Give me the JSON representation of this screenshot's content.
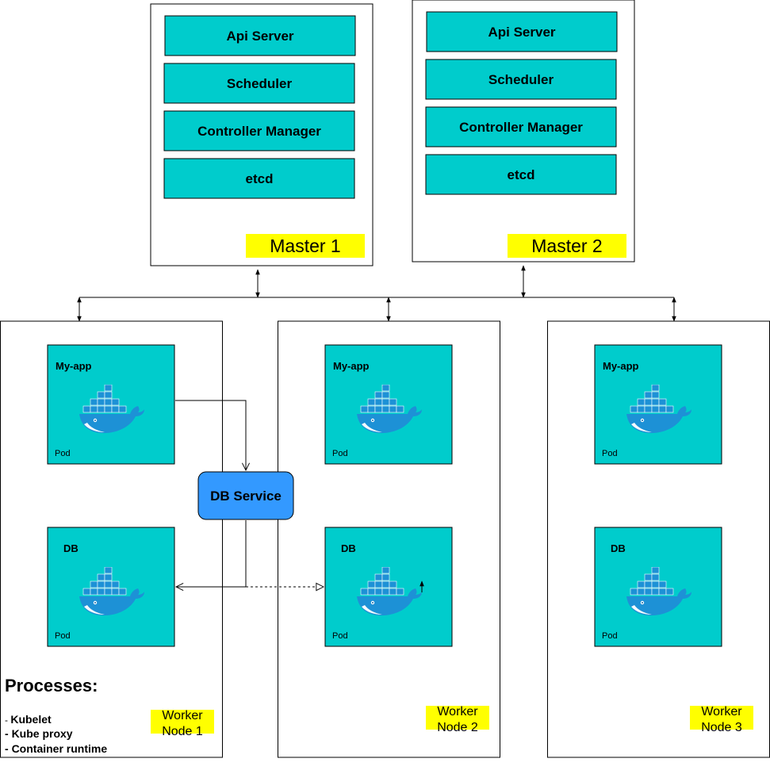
{
  "colors": {
    "component_fill": "#00CCCC",
    "label_highlight": "#FFFF00",
    "service_fill": "#3399FF",
    "whale": "#1D91D6",
    "whale_dark": "#1669A8",
    "line": "#000000"
  },
  "masters": [
    {
      "label": "Master 1",
      "components": [
        "Api Server",
        "Scheduler",
        "Controller Manager",
        "etcd"
      ]
    },
    {
      "label": "Master 2",
      "components": [
        "Api Server",
        "Scheduler",
        "Controller Manager",
        "etcd"
      ]
    }
  ],
  "workers": [
    {
      "label_line1": "Worker",
      "label_line2": "Node 1",
      "pods": [
        {
          "title": "My-app",
          "label": "Pod",
          "icon": "docker-whale-icon"
        },
        {
          "title": "DB",
          "label": "Pod",
          "icon": "docker-whale-icon"
        }
      ]
    },
    {
      "label_line1": "Worker",
      "label_line2": "Node 2",
      "pods": [
        {
          "title": "My-app",
          "label": "Pod",
          "icon": "docker-whale-icon"
        },
        {
          "title": "DB",
          "label": "Pod",
          "icon": "docker-whale-icon"
        }
      ]
    },
    {
      "label_line1": "Worker",
      "label_line2": "Node 3",
      "pods": [
        {
          "title": "My-app",
          "label": "Pod",
          "icon": "docker-whale-icon"
        },
        {
          "title": "DB",
          "label": "Pod",
          "icon": "docker-whale-icon"
        }
      ]
    }
  ],
  "service": {
    "label": "DB Service"
  },
  "processes": {
    "title": "Processes:",
    "items": [
      "Kubelet",
      "Kube proxy",
      "Container runtime"
    ]
  }
}
